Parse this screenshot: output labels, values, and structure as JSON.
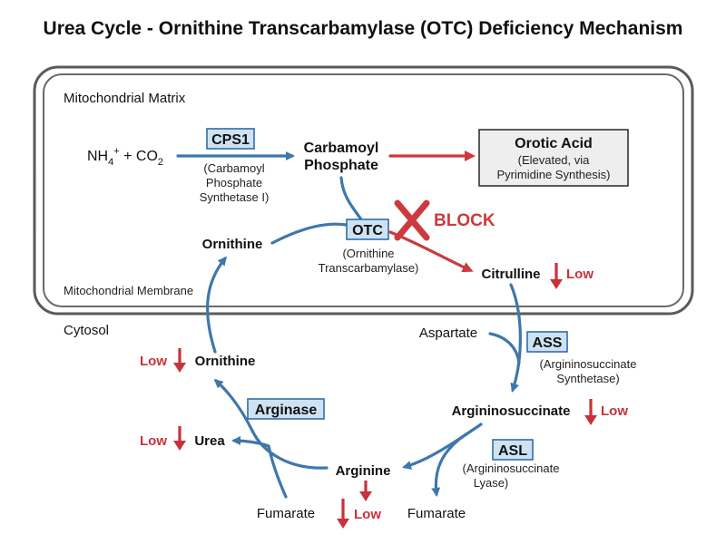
{
  "title": "Urea Cycle - Ornithine Transcarbamylase (OTC) Deficiency Mechanism",
  "compartments": {
    "matrix": "Mitochondrial Matrix",
    "membrane": "Mitochondrial Membrane",
    "cytosol": "Cytosol"
  },
  "metabolites": {
    "nh4": "NH",
    "nh4_sup": "4",
    "nh4_charge": "+",
    "co2_prefix": " + CO",
    "co2_sub": "2",
    "carbamoyl_line1": "Carbamoyl",
    "carbamoyl_line2": "Phosphate",
    "ornithine_mito": "Ornithine",
    "citrulline": "Citrulline",
    "aspartate": "Aspartate",
    "argininosuccinate": "Argininosuccinate",
    "arginine": "Arginine",
    "fumarate_left": "Fumarate",
    "fumarate_right": "Fumarate",
    "urea": "Urea",
    "ornithine_cyto": "Ornithine"
  },
  "orotic": {
    "title": "Orotic Acid",
    "line1": "(Elevated, via",
    "line2": "Pyrimidine Synthesis)"
  },
  "enzymes": {
    "cps1": {
      "abbr": "CPS1",
      "full": [
        "(Carbamoyl",
        "Phosphate",
        "Synthetase I)"
      ]
    },
    "otc": {
      "abbr": "OTC",
      "full": [
        "(Ornithine",
        "Transcarbamylase)"
      ]
    },
    "ass": {
      "abbr": "ASS",
      "full": [
        "(Argininosuccinate",
        "Synthetase)"
      ]
    },
    "asl": {
      "abbr": "ASL",
      "full": [
        "(Argininosuccinate",
        "Lyase)"
      ]
    },
    "arginase": {
      "abbr": "Arginase"
    }
  },
  "block_label": "BLOCK",
  "low_label": "Low",
  "colors": {
    "pathway_blue": "#3f77ab",
    "block_red": "#cc3a3f",
    "enzyme_fill": "#cfe2f3",
    "orotic_fill": "#eeeeee"
  }
}
